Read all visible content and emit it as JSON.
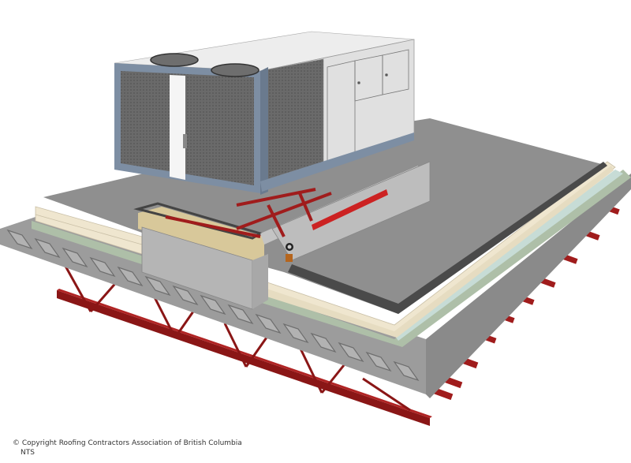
{
  "diagram": {
    "subject": "Rooftop mechanical unit on curb over insulated low-slope roof on steel deck and open-web joists",
    "components": [
      {
        "id": "rooftop-unit",
        "label": "Rooftop HVAC unit"
      },
      {
        "id": "exhaust-fans",
        "label": "Circular fan covers"
      },
      {
        "id": "access-panels",
        "label": "Access panels"
      },
      {
        "id": "equipment-curb",
        "label": "Equipment curb"
      },
      {
        "id": "cant-flashing",
        "label": "Red curb flashing"
      },
      {
        "id": "roof-membrane",
        "label": "Roof membrane"
      },
      {
        "id": "insulation-layers",
        "label": "Insulation layers"
      },
      {
        "id": "vapour-barrier",
        "label": "Vapour barrier / thermal barrier"
      },
      {
        "id": "steel-deck",
        "label": "Fluted steel deck"
      },
      {
        "id": "open-web-joists",
        "label": "Open-web steel joists"
      }
    ],
    "colors": {
      "unit_body": "#e4e4e4",
      "unit_frame": "#7d8ea3",
      "unit_grille": "#6a6a6a",
      "membrane": "#8f8f8f",
      "membrane_edge": "#4a4a4a",
      "insulation": "#efe6cf",
      "vapour_barrier": "#c7dcd6",
      "deck": "#9a9a9a",
      "joist": "#9b1c1c",
      "flashing": "#cc2222",
      "curb": "#b5b5b5"
    }
  },
  "caption": {
    "copyright": "© Copyright Roofing Contractors Association of British Columbia",
    "scale": "NTS"
  }
}
